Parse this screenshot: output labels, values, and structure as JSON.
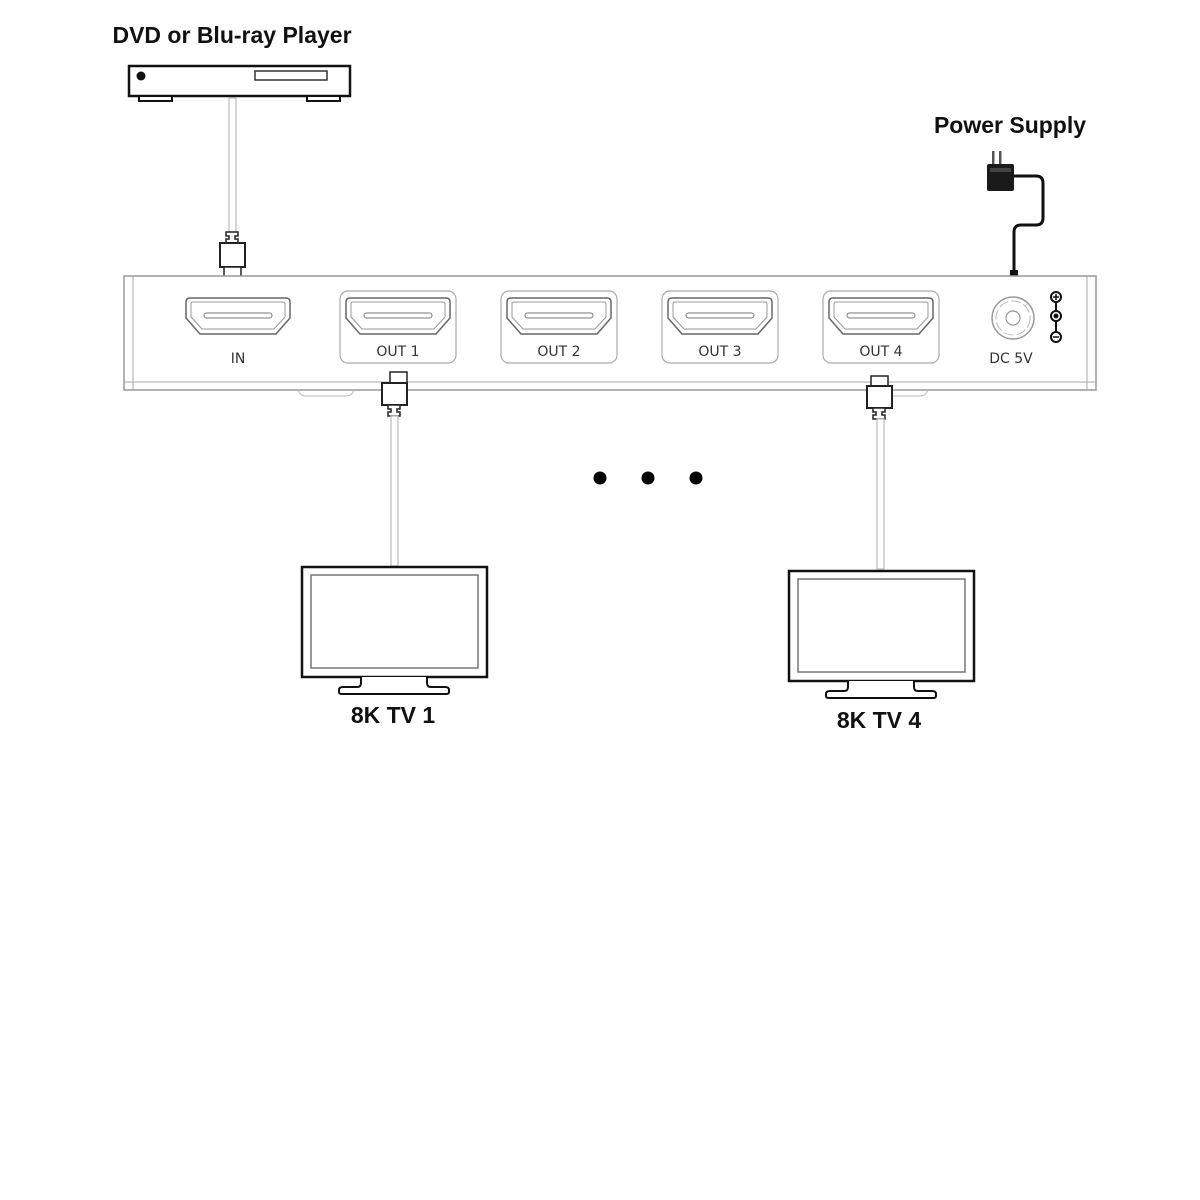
{
  "diagram": {
    "title": "HDMI Splitter 1x4 Connection Diagram",
    "source": {
      "label": "DVD or Blu-ray Player",
      "icon": "dvd-player-icon"
    },
    "power": {
      "label": "Power Supply",
      "icon": "power-adapter-icon"
    },
    "splitter": {
      "ports": [
        {
          "id": "in",
          "label": "IN"
        },
        {
          "id": "out1",
          "label": "OUT 1"
        },
        {
          "id": "out2",
          "label": "OUT 2"
        },
        {
          "id": "out3",
          "label": "OUT 3"
        },
        {
          "id": "out4",
          "label": "OUT 4"
        }
      ],
      "dc_label": "DC 5V",
      "polarity": [
        "+",
        "-"
      ]
    },
    "ellipsis": "• • •",
    "displays": [
      {
        "label": "8K TV 1",
        "connected_to": "OUT 1"
      },
      {
        "label": "8K TV 4",
        "connected_to": "OUT 4"
      }
    ]
  }
}
